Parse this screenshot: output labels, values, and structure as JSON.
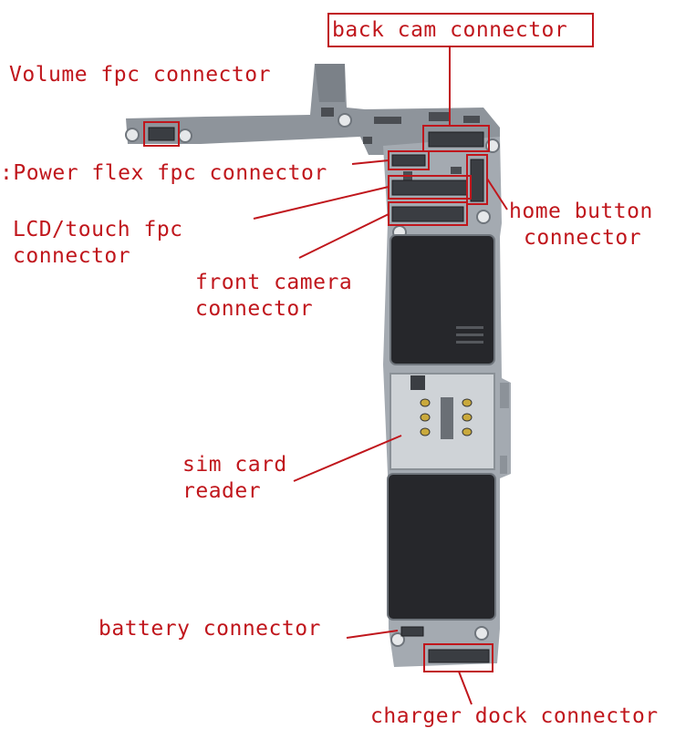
{
  "labels": {
    "back_cam": "back cam connector",
    "volume": "Volume fpc connector",
    "power": ":Power flex fpc connector",
    "lcd_line1": "LCD/touch fpc",
    "lcd_line2": "connector",
    "front_cam_line1": "front camera",
    "front_cam_line2": "connector",
    "home_line1": "home button",
    "home_line2": "connector",
    "sim_line1": "sim card",
    "sim_line2": "reader",
    "battery": "battery connector",
    "charger": "charger dock connector"
  },
  "colors": {
    "annotation": "#c0161c",
    "board": "#9aa0a6",
    "shield": "#26272b",
    "connector": "#3a3d42"
  }
}
